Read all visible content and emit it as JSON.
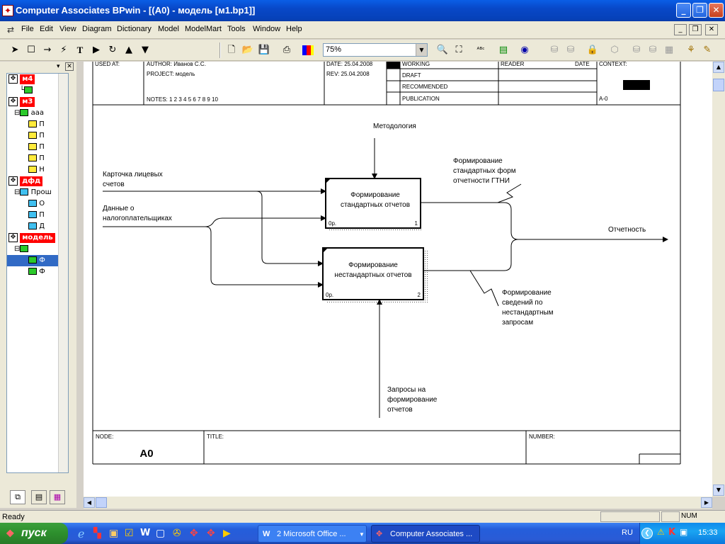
{
  "window": {
    "title": "Computer Associates BPwin - [(A0)  - модель  [м1.bp1]]"
  },
  "menu": [
    "File",
    "Edit",
    "View",
    "Diagram",
    "Dictionary",
    "Model",
    "ModelMart",
    "Tools",
    "Window",
    "Help"
  ],
  "toolbar": {
    "zoom": "75%"
  },
  "tree": {
    "items": [
      {
        "label": "м4",
        "type": "model"
      },
      {
        "label": "",
        "type": "green"
      },
      {
        "label": "м3",
        "type": "model"
      },
      {
        "label": "ааа",
        "type": "green"
      },
      {
        "label": "П",
        "type": "yellow"
      },
      {
        "label": "П",
        "type": "yellow"
      },
      {
        "label": "П",
        "type": "yellow"
      },
      {
        "label": "П",
        "type": "yellow"
      },
      {
        "label": "Н",
        "type": "yellow"
      },
      {
        "label": "дфд",
        "type": "model"
      },
      {
        "label": "Прош",
        "type": "cyan"
      },
      {
        "label": "О",
        "type": "cyan"
      },
      {
        "label": "П",
        "type": "cyan"
      },
      {
        "label": "Д",
        "type": "cyan"
      },
      {
        "label": "модель",
        "type": "model"
      },
      {
        "label": "",
        "type": "green"
      },
      {
        "label": "Ф",
        "type": "green",
        "selected": true
      },
      {
        "label": "Ф",
        "type": "green"
      }
    ]
  },
  "diagram": {
    "header": {
      "used_at": "USED AT:",
      "author": "AUTHOR:  Иванов С.С.",
      "project": "PROJECT:  модель",
      "notes": "NOTES:  1  2  3  4  5  6  7  8  9  10",
      "date": "DATE: 25.04.2008",
      "rev": "REV:   25.04.2008",
      "working": "WORKING",
      "draft": "DRAFT",
      "recommended": "RECOMMENDED",
      "publication": "PUBLICATION",
      "reader": "READER",
      "date2": "DATE",
      "context": "CONTEXT:",
      "context_node": "A-0"
    },
    "boxes": [
      {
        "title_line1": "Формирование",
        "title_line2": "стандартных отчетов",
        "cost": "0р.",
        "number": "1"
      },
      {
        "title_line1": "Формирование",
        "title_line2": "нестандартных отчетов",
        "cost": "0р.",
        "number": "2"
      }
    ],
    "arrows": {
      "control": "Методология",
      "input1_line1": "Карточка лицевых",
      "input1_line2": "счетов",
      "input2_line1": "Данные о",
      "input2_line2": "налогоплательщиках",
      "output_main": "Отчетность",
      "output1_line1": "Формирование",
      "output1_line2": "стандартных форм",
      "output1_line3": "отчетности ГТНИ",
      "output2_line1": "Формирование",
      "output2_line2": "сведений по",
      "output2_line3": "нестандартным",
      "output2_line4": "запросам",
      "mechanism_line1": "Запросы на",
      "mechanism_line2": "формирование",
      "mechanism_line3": "отчетов"
    },
    "footer": {
      "node_label": "NODE:",
      "node": "A0",
      "title_label": "TITLE:",
      "number_label": "NUMBER:"
    }
  },
  "status": {
    "text": "Ready",
    "num": "NUM"
  },
  "taskbar": {
    "start": "пуск",
    "tasks": [
      "2 Microsoft Office ...",
      "Computer Associates ..."
    ],
    "lang": "RU",
    "clock": "15:33"
  }
}
